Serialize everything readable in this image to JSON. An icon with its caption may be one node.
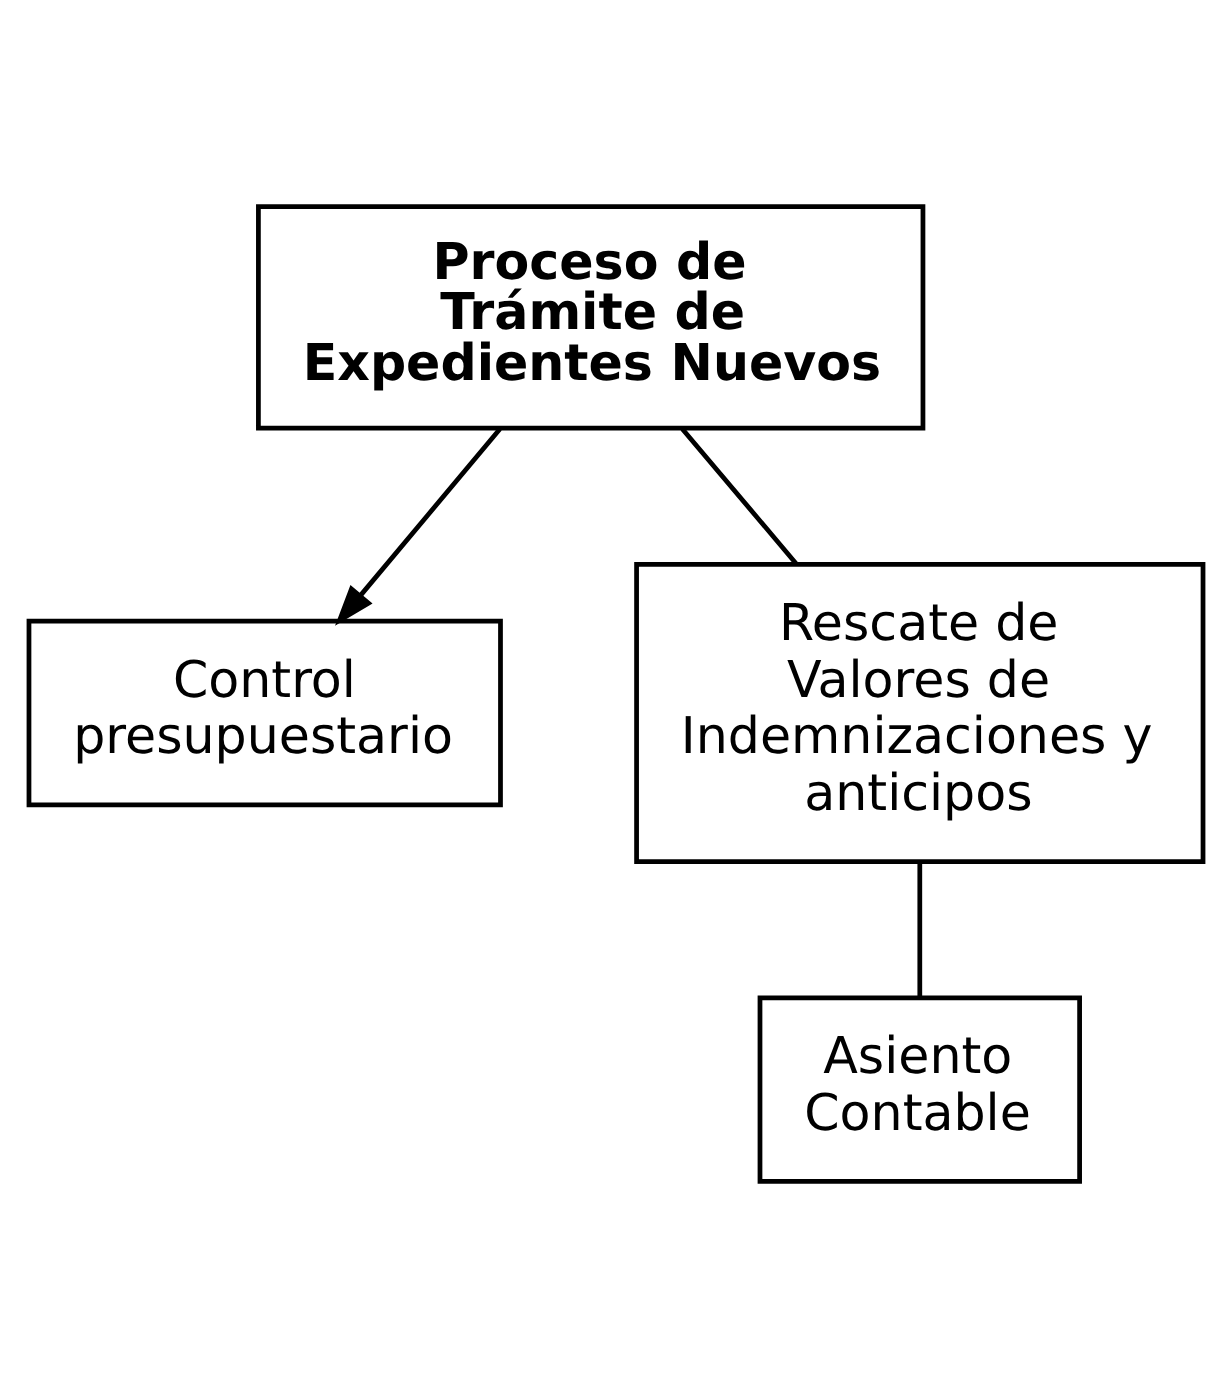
{
  "diagram": {
    "nodes": [
      {
        "text": [
          "Proceso de Trámite de Expedientes Nuevos"
        ]
      },
      {
        "text": [
          "Control presupuestario"
        ]
      },
      {
        "text": [
          "Rescate de Valores de Indemnizaciones y anticipos"
        ]
      },
      {
        "text": [
          "Asiento Contable"
        ]
      }
    ],
    "edges": [
      {
        "from": 0,
        "to": 1,
        "arrow": "to"
      },
      {
        "from": 0,
        "to": 2,
        "arrow": "none"
      },
      {
        "from": 2,
        "to": 3,
        "arrow": "none"
      }
    ]
  }
}
